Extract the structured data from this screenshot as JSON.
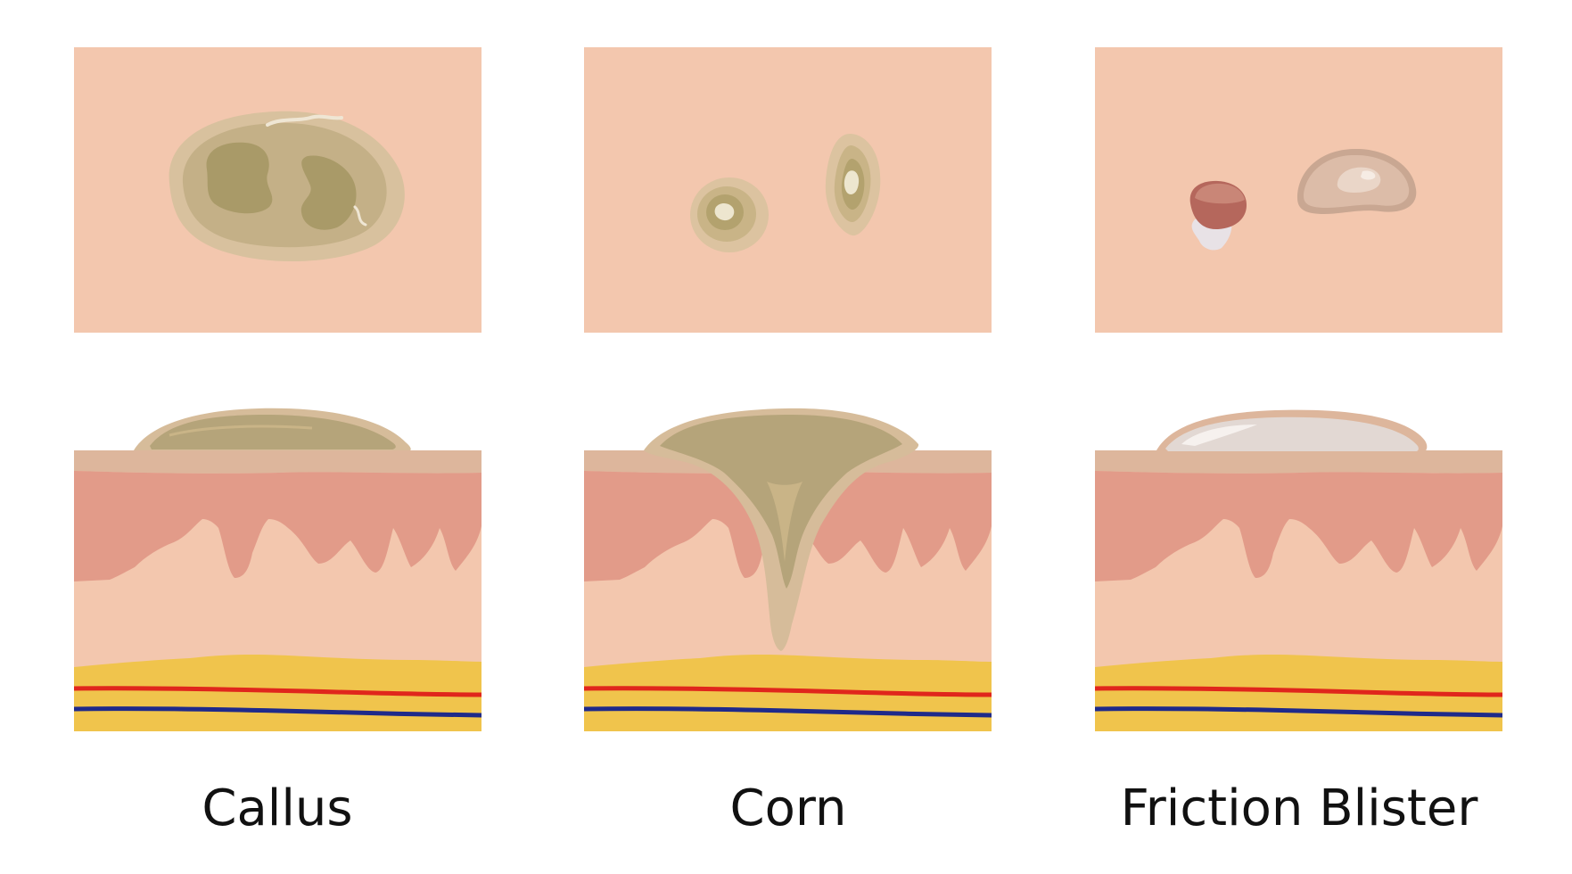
{
  "colors": {
    "background": "#ffffff",
    "skin_surface": "#f3c7ae",
    "stratum_layer": "#ddb69c",
    "epidermis": "#e29b89",
    "dermis": "#f3c7ae",
    "fat": "#f0c44c",
    "artery": "#e0261c",
    "vein": "#1f2a8a",
    "callus_tissue": "#b5a47a",
    "corn_tissue": "#d6bc9a",
    "blister_fluid": "#e2d8d3",
    "blister_ruptured": "#b5675c"
  },
  "panels": [
    {
      "id": "callus",
      "label": "Callus"
    },
    {
      "id": "corn",
      "label": "Corn"
    },
    {
      "id": "blister",
      "label": "Friction Blister"
    }
  ]
}
